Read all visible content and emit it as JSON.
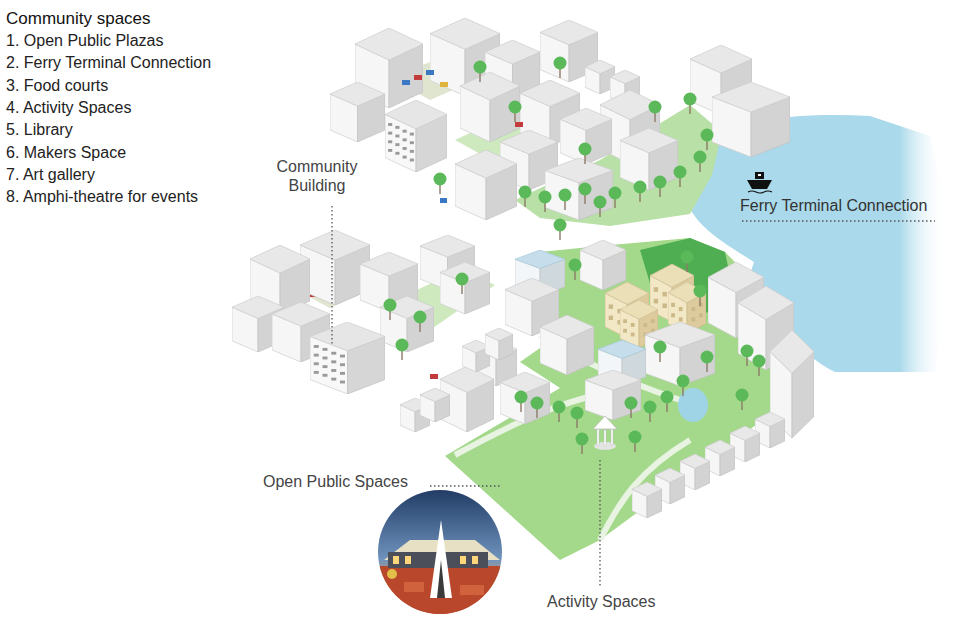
{
  "diagram": {
    "title": "Community spaces",
    "labels": [
      "1. Open Public Plazas",
      "2. Ferry Terminal Connection",
      "3. Food courts",
      "4. Activity Spaces",
      "5. Library",
      "6. Makers Space",
      "7. Art gallery",
      "8. Amphi-theatre for events",
      "Community Building",
      "Ferry Terminal Connection",
      "Open Public Spaces",
      "Activity Spaces"
    ]
  }
}
